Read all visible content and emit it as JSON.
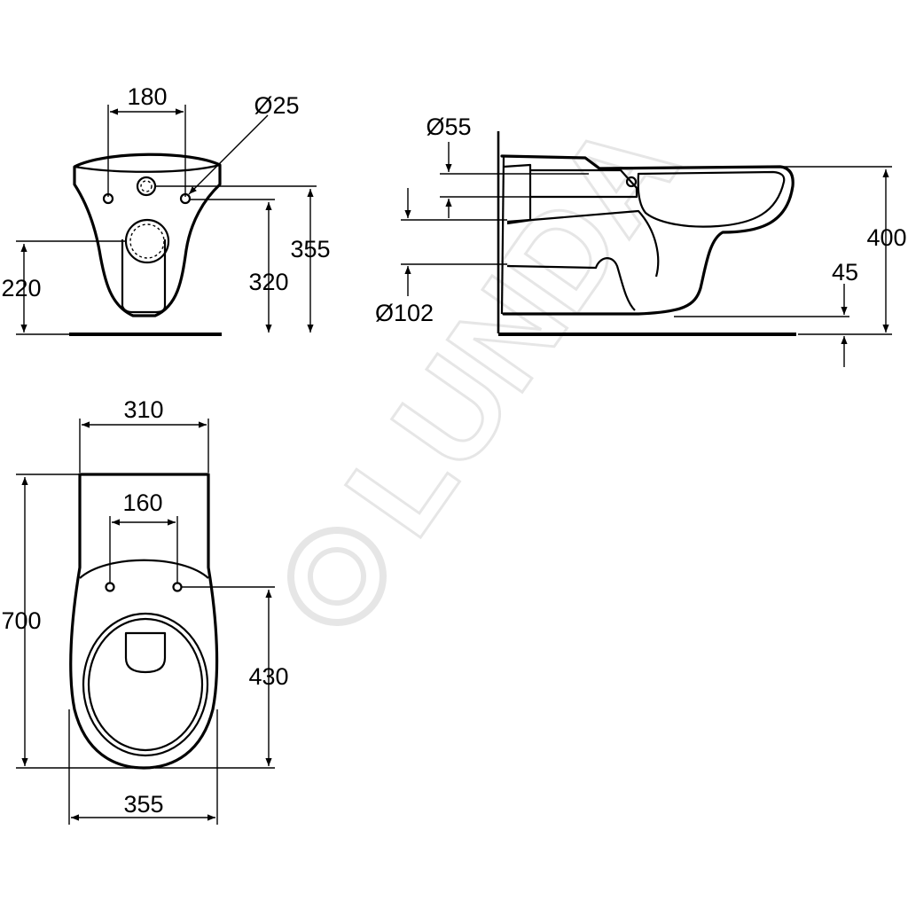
{
  "front_view": {
    "width_180": "180",
    "dia_25": "Ø25",
    "height_355": "355",
    "height_320": "320",
    "height_220": "220"
  },
  "side_view": {
    "dia_55": "Ø55",
    "dia_102": "Ø102",
    "height_400": "400",
    "offset_45": "45"
  },
  "top_view": {
    "width_310": "310",
    "width_160": "160",
    "length_700": "700",
    "length_430": "430",
    "width_355": "355"
  },
  "watermark": "© LUNDA"
}
